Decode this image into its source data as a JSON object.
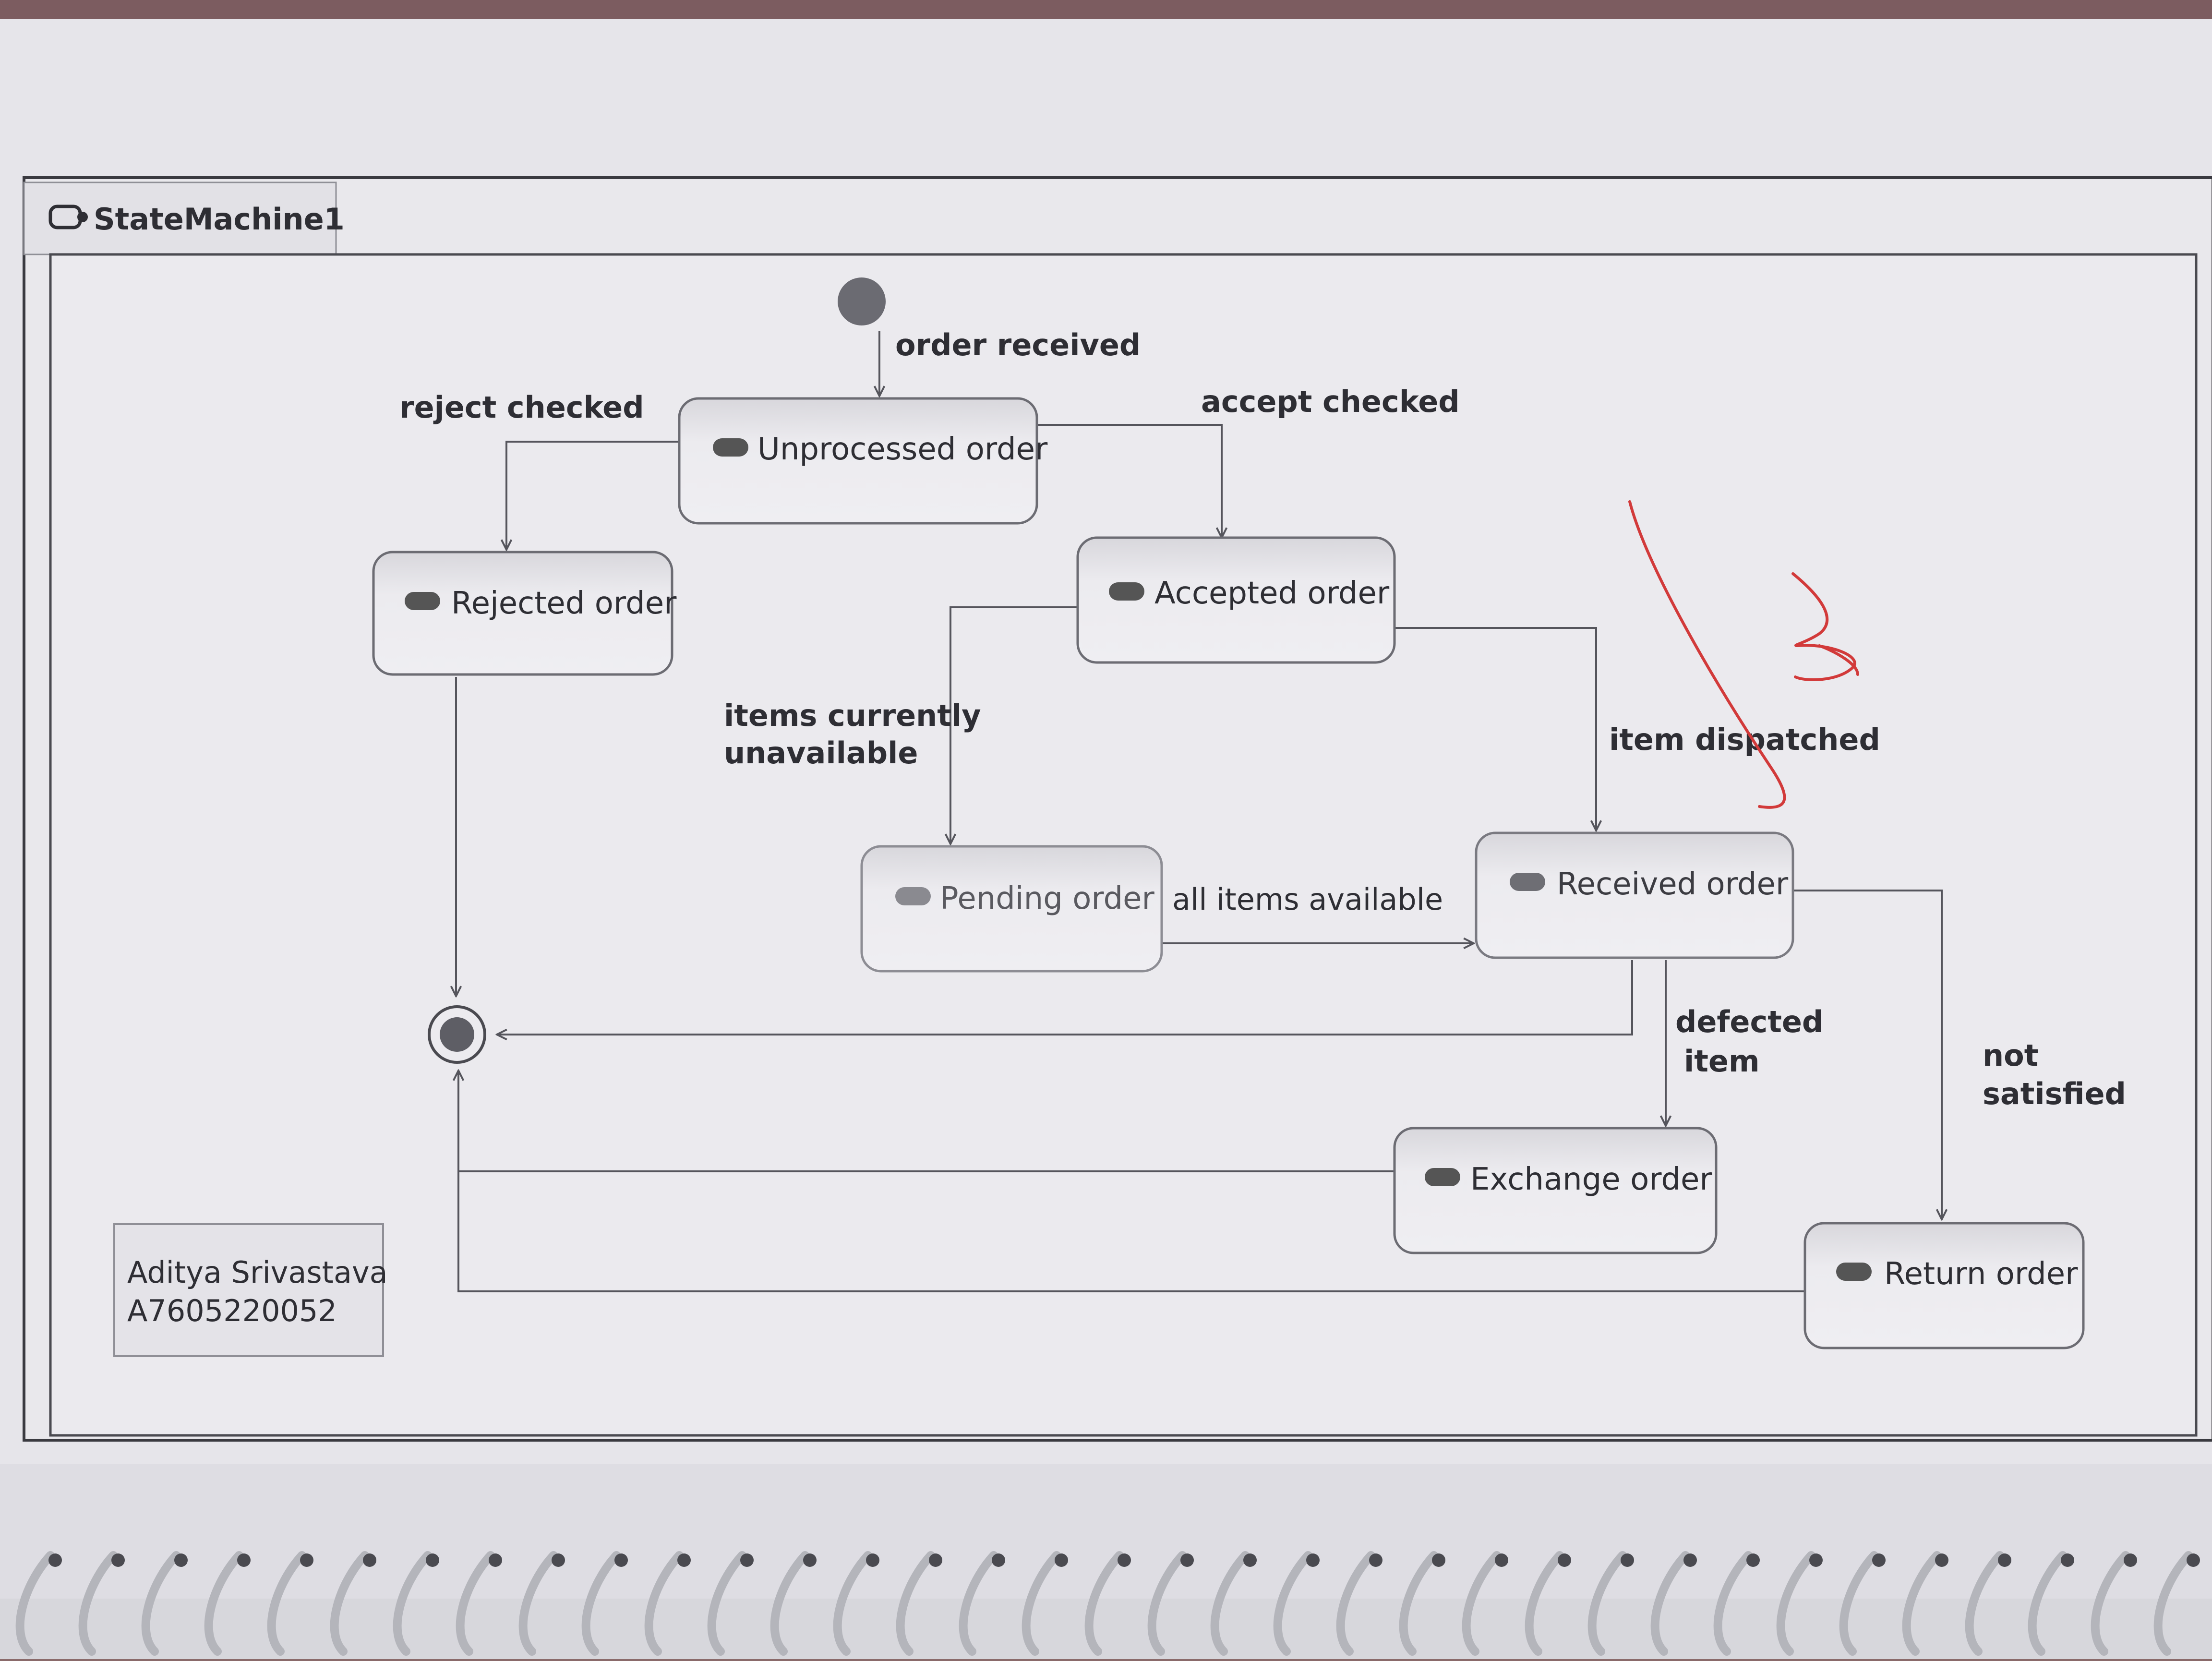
{
  "frame": {
    "title": "StateMachine1"
  },
  "states": {
    "unprocessed": "Unprocessed order",
    "rejected": "Rejected order",
    "accepted": "Accepted order",
    "pending": "Pending order",
    "received": "Received order",
    "exchange": "Exchange order",
    "return": "Return order"
  },
  "transitions": {
    "order_received": "order received",
    "reject_checked": "reject checked",
    "accept_checked": "accept checked",
    "items_unavailable_1": "items currently",
    "items_unavailable_2": "unavailable",
    "item_dispatched": "item dispatched",
    "all_items_available": "all items available",
    "defected_1": "defected",
    "defected_2": "item",
    "not_satisfied_1": "not",
    "not_satisfied_2": "satisfied"
  },
  "note": {
    "line1": "Aditya Srivastava",
    "line2": "A7605220052"
  },
  "colors": {
    "paper": "#e7e6ea",
    "paper_edge": "#dcdbe0",
    "ink": "#2e2e34",
    "line": "#55555c",
    "state_fill": "#ecebef",
    "annotation_red": "#d23a3a",
    "spiral": "#bfc0c6"
  }
}
